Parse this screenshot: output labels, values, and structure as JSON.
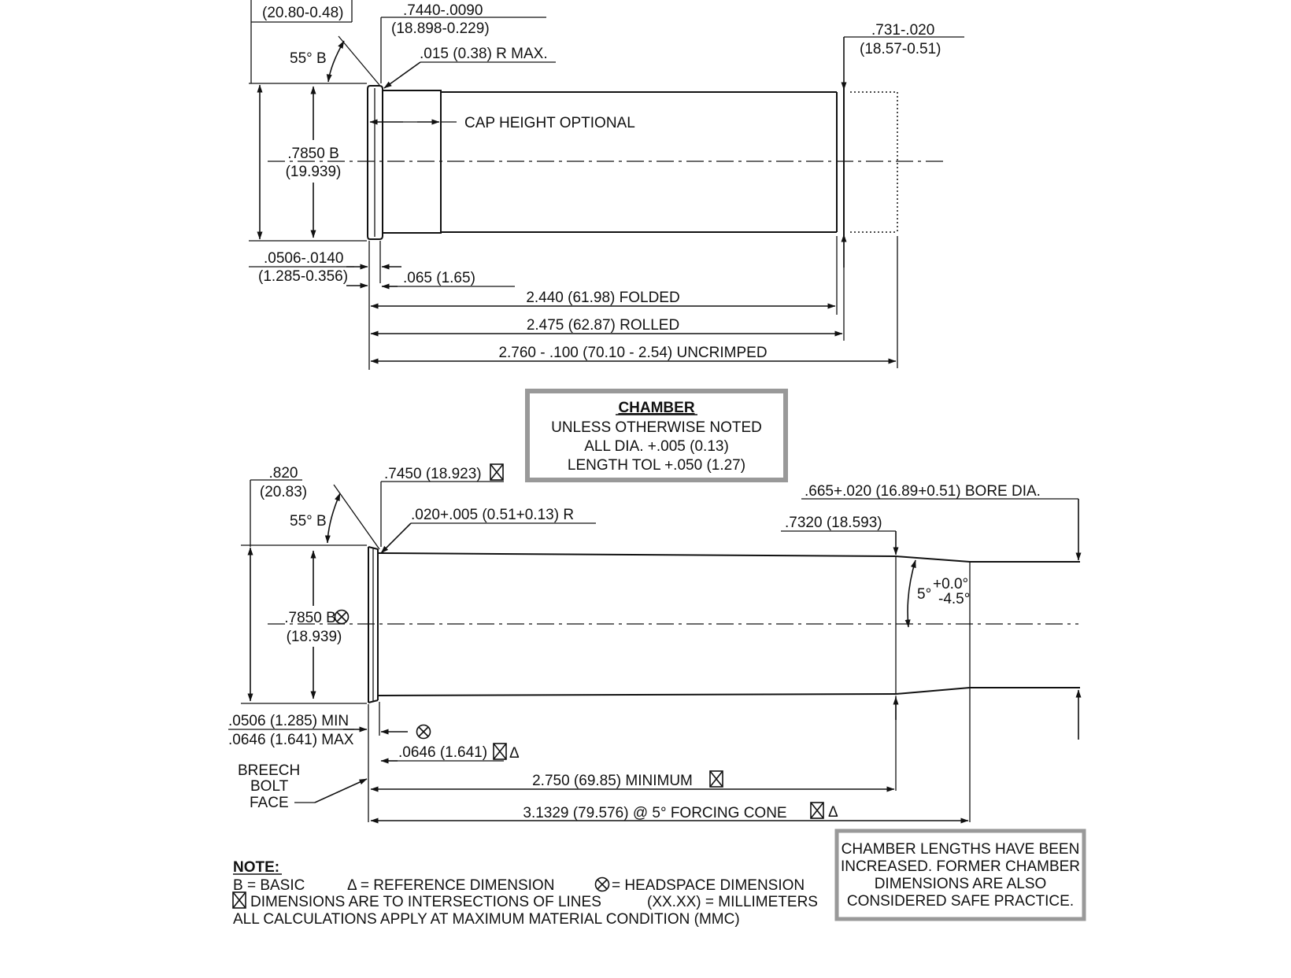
{
  "cartridge": {
    "labels": {
      "rim_dia": "(20.80-0.48)",
      "head_dia_in": ".7440-.0090",
      "head_dia_mm": "(18.898-0.229)",
      "fillet": ".015 (0.38) R MAX.",
      "rim_angle": "55° B",
      "body_dia_in": ".7850 B",
      "body_dia_mm": "(19.939)",
      "cap_height": "CAP HEIGHT OPTIONAL",
      "mouth_dia_in": ".731-.020",
      "mouth_dia_mm": "(18.57-0.51)",
      "rim_thick_in": ".0506-.0140",
      "rim_thick_mm": "(1.285-0.356)",
      "rim_to_head": ".065 (1.65)",
      "len_folded": "2.440 (61.98) FOLDED",
      "len_rolled": "2.475 (62.87) ROLLED",
      "len_uncrimped": "2.760 - .100 (70.10 - 2.54) UNCRIMPED"
    }
  },
  "chamber_box": {
    "title": "CHAMBER",
    "line1": "UNLESS OTHERWISE NOTED",
    "line2": "ALL DIA. +.005 (0.13)",
    "line3": "LENGTH TOL +.050 (1.27)"
  },
  "chamber": {
    "labels": {
      "rim_dia_in": ".820",
      "rim_dia_mm": "(20.83)",
      "head_dia": ".7450 (18.923)",
      "rim_angle": "55° B",
      "fillet": ".020+.005 (0.51+0.13) R",
      "bore": ".665+.020 (16.89+0.51) BORE DIA.",
      "cone_start_dia": ".7320 (18.593)",
      "cone_angle": "5°",
      "cone_tol_plus": "+0.0°",
      "cone_tol_minus": "-4.5°",
      "body_dia_in": ".7850 B",
      "body_dia_mm": "(18.939)",
      "headspace_min": ".0506 (1.285) MIN",
      "headspace_max": ".0646 (1.641) MAX",
      "breech_1": "BREECH",
      "breech_2": "BOLT",
      "breech_3": "FACE",
      "rim_ref": ".0646 (1.641)",
      "len_min": "2.750 (69.85) MINIMUM",
      "len_cone": "3.1329 (79.576) @ 5° FORCING CONE"
    }
  },
  "notes": {
    "title": "NOTE:",
    "basic": "B = BASIC",
    "reference": "Δ = REFERENCE DIMENSION",
    "headspace": "= HEADSPACE DIMENSION",
    "intersections": "DIMENSIONS ARE TO INTERSECTIONS OF LINES",
    "millimeters": "(XX.XX) = MILLIMETERS",
    "mmc": "ALL CALCULATIONS APPLY AT MAXIMUM MATERIAL CONDITION (MMC)"
  },
  "side_note": {
    "line1": "CHAMBER LENGTHS HAVE BEEN",
    "line2": "INCREASED.  FORMER CHAMBER",
    "line3": "DIMENSIONS ARE ALSO",
    "line4": "CONSIDERED SAFE PRACTICE."
  },
  "symbols": {
    "delta": "Δ"
  }
}
